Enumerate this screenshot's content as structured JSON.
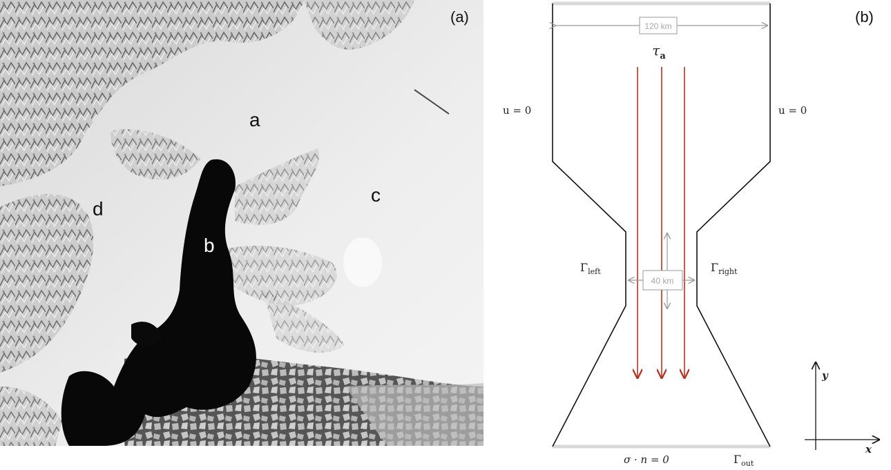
{
  "panel_a": {
    "tag": "(a)",
    "regions": {
      "a": "a",
      "b": "b",
      "c": "c",
      "d": "d"
    }
  },
  "panel_b": {
    "tag": "(b)",
    "top_width": "120 km",
    "mid_width": "40 km",
    "tau": "τ",
    "tau_sub": "a",
    "left_bc": "u = 0",
    "right_bc": "u = 0",
    "gamma_left": "Γ",
    "gamma_left_sub": "left",
    "gamma_right": "Γ",
    "gamma_right_sub": "right",
    "gamma_out": "Γ",
    "gamma_out_sub": "out",
    "bottom_bc": "σ · n = 0",
    "axis_x": "x",
    "axis_y": "y",
    "colors": {
      "outline": "#111111",
      "wind": "#b5321f",
      "dim": "#9a9a9a",
      "boundary": "#d9d9d9"
    }
  }
}
